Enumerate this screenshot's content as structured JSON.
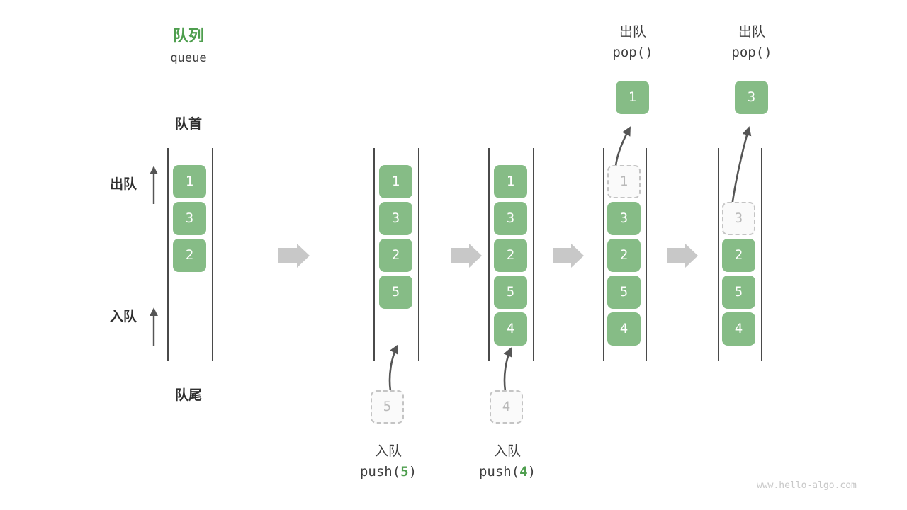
{
  "header": {
    "title_cn": "队列",
    "title_en": "queue"
  },
  "labels": {
    "front_cn": "队首",
    "rear_cn": "队尾",
    "dequeue_cn": "出队",
    "enqueue_cn": "入队"
  },
  "watermark": "www.hello-algo.com",
  "colors": {
    "cell_green": "#86bc86",
    "title_green": "#4e9e4e",
    "rail_gray": "#4a4a4a",
    "arrow_gray": "#555555",
    "block_arrow_gray": "#c8c8c8",
    "ghost_fill": "#fafafa",
    "ghost_border": "#c4c4c4",
    "ghost_text": "#b9b9b9",
    "watermark_gray": "#c8c8c8"
  },
  "steps": [
    {
      "name": "initial",
      "cells": [
        "1",
        "3",
        "2"
      ],
      "ghost_index": null,
      "incoming": null,
      "popped": null,
      "op_cn": null,
      "op_code": null
    },
    {
      "name": "push-5",
      "cells": [
        "1",
        "3",
        "2",
        "5"
      ],
      "ghost_index": null,
      "incoming": "5",
      "popped": null,
      "op_cn": "入队",
      "op_code_prefix": "push(",
      "op_code_num": "5",
      "op_code_suffix": ")"
    },
    {
      "name": "push-4",
      "cells": [
        "1",
        "3",
        "2",
        "5",
        "4"
      ],
      "ghost_index": null,
      "incoming": "4",
      "popped": null,
      "op_cn": "入队",
      "op_code_prefix": "push(",
      "op_code_num": "4",
      "op_code_suffix": ")"
    },
    {
      "name": "pop-1",
      "cells": [
        "1",
        "3",
        "2",
        "5",
        "4"
      ],
      "ghost_index": 0,
      "incoming": null,
      "popped": "1",
      "op_cn": "出队",
      "op_code_prefix": "pop(",
      "op_code_num": "",
      "op_code_suffix": ")"
    },
    {
      "name": "pop-3",
      "cells": [
        "3",
        "2",
        "5",
        "4"
      ],
      "ghost_index": 0,
      "incoming": null,
      "popped": "3",
      "op_cn": "出队",
      "op_code_prefix": "pop(",
      "op_code_num": "",
      "op_code_suffix": ")"
    }
  ],
  "transition_arrows": 4
}
